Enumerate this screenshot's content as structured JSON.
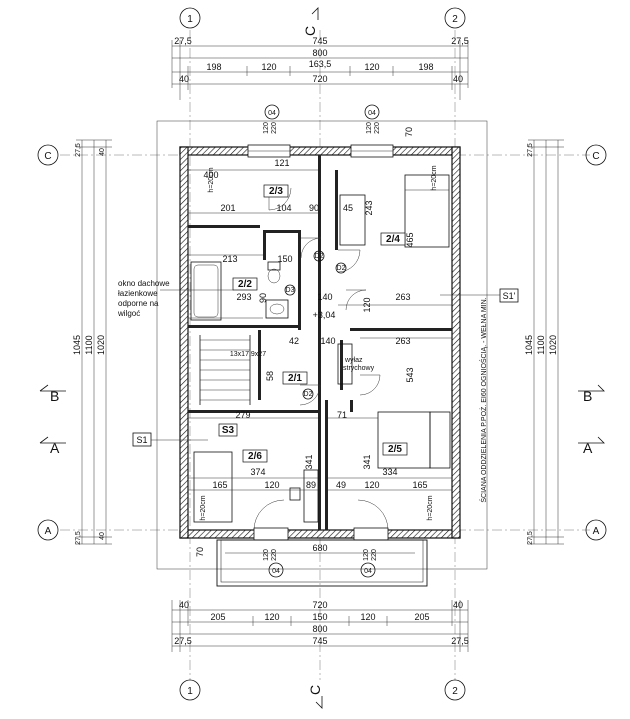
{
  "axes": {
    "col_1": "1",
    "col_2": "2",
    "row_C": "C",
    "row_A": "A"
  },
  "sections": {
    "C": "C",
    "B": "B",
    "A": "A"
  },
  "top_dims": {
    "row1": [
      "27,5",
      "745",
      "27,5"
    ],
    "row2": [
      "800"
    ],
    "row3": [
      "198",
      "120",
      "163,5",
      "120",
      "198"
    ],
    "row4": [
      "40",
      "720",
      "40"
    ]
  },
  "bottom_dims": {
    "row1": [
      "40",
      "720",
      "40"
    ],
    "row2": [
      "205",
      "120",
      "150",
      "120",
      "205"
    ],
    "row3": [
      "800"
    ],
    "row4": [
      "27,5",
      "745",
      "27,5"
    ]
  },
  "side_dims": {
    "outer": "1045",
    "mid": "1100",
    "inner": "1020",
    "ends": [
      "27,5",
      "40",
      "40",
      "27,5"
    ]
  },
  "rooms": {
    "r23": "2/3",
    "r24": "2/4",
    "r22": "2/2",
    "r21": "2/1",
    "r26": "2/6",
    "r25": "2/5",
    "s3": "S3"
  },
  "inner_dims": {
    "d400": "400",
    "d121": "121",
    "d201": "201",
    "d104": "104",
    "d90a": "90",
    "d45": "45",
    "d243": "243",
    "d465": "465",
    "d213": "213",
    "d150": "150",
    "d90b": "90",
    "d293": "293",
    "d263a": "263",
    "d263b": "263",
    "d120a": "120",
    "d140a": "140",
    "d140b": "140",
    "d42": "42",
    "d58": "58",
    "d279": "279",
    "d71": "71",
    "d374": "374",
    "d341a": "341",
    "d341b": "341",
    "d334": "334",
    "d543": "543",
    "d165a": "165",
    "d120b": "120",
    "d89": "89",
    "d49": "49",
    "d120c": "120",
    "d165b": "165",
    "d680": "680",
    "d70a": "70",
    "d70b": "70",
    "lvl": "+3,04",
    "stairs": "13x17,9x27",
    "w1": "120",
    "w2": "220",
    "w3": "120",
    "w4": "220"
  },
  "tags": {
    "o4": "04",
    "d2": "D2",
    "d3": "D3",
    "s1a": "S1'",
    "s1b": "S1"
  },
  "labels": {
    "roof_window": "okno dachowe łazienkowe odporne na wilgoć",
    "hatch": "wyłaz strychowy",
    "wall_note": "ŚCIANA ODDZIELENIA P.POŻ. EI60 OGNIOŚCIĄ. - WEŁNA MIN.",
    "h20_1": "h=20cm",
    "h20_2": "h=20cm",
    "h20_3": "h=20cm",
    "h20_4": "h=20cm"
  }
}
